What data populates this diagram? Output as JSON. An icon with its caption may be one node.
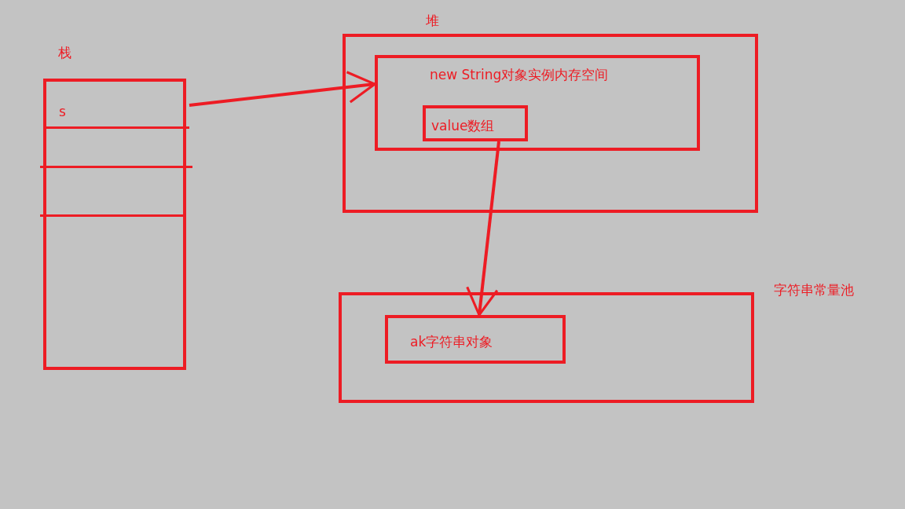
{
  "diagram": {
    "nodes": [
      {
        "text": [
          "栈"
        ]
      },
      {
        "text": [
          "s"
        ],
        "in": 0
      },
      {
        "text": [
          "堆"
        ]
      },
      {
        "text": [
          "new String对象实例内存空间"
        ],
        "in": 2
      },
      {
        "text": [
          "value数组"
        ],
        "in": 3
      },
      {
        "text": [
          "字符串常量池"
        ]
      },
      {
        "text": [
          "ak字符串对象"
        ],
        "in": 5
      }
    ],
    "edges": [
      {
        "from": 1,
        "to": 3,
        "arrow": "to"
      },
      {
        "from": 4,
        "to": 6,
        "arrow": "to"
      }
    ]
  }
}
